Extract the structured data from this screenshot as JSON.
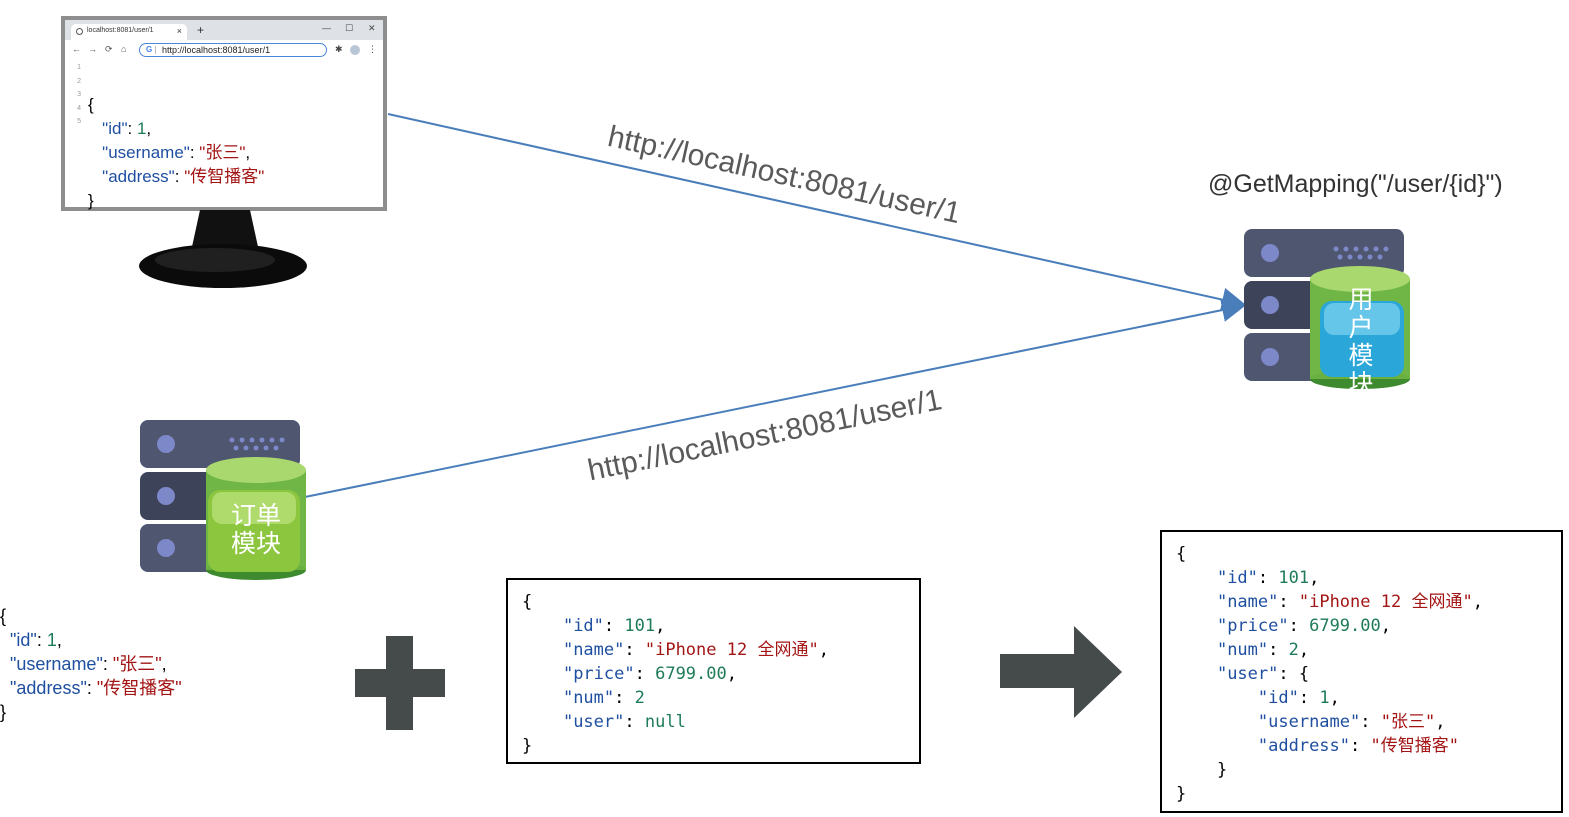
{
  "browser": {
    "tab_title": "localhost:8081/user/1",
    "tab_close": "×",
    "new_tab": "+",
    "minimize": "—",
    "maximize": "☐",
    "close": "✕",
    "address": "http://localhost:8081/user/1",
    "line_numbers": [
      "1",
      "2",
      "3",
      "4",
      "5"
    ]
  },
  "browser_json": {
    "open": "{",
    "id_key": "\"id\"",
    "id_val": "1",
    "username_key": "\"username\"",
    "username_val": "\"张三\"",
    "address_key": "\"address\"",
    "address_val": "\"传智播客\"",
    "close": "}"
  },
  "arrows": {
    "url_top": "http://localhost:8081/user/1",
    "url_bottom": "http://localhost:8081/user/1"
  },
  "user_service": {
    "mapping": "@GetMapping(\"/user/{id}\")",
    "label_chars": [
      "用",
      "户",
      "模",
      "块"
    ]
  },
  "order_service": {
    "label_lines": [
      "订单",
      "模块"
    ]
  },
  "order_json": {
    "open": "{",
    "id_key": "\"id\"",
    "id_val": "101",
    "name_key": "\"name\"",
    "name_val": "\"iPhone 12 全网通\"",
    "price_key": "\"price\"",
    "price_val": "6799.00",
    "num_key": "\"num\"",
    "num_val": "2",
    "user_key": "\"user\"",
    "user_val": "null",
    "close": "}"
  },
  "result_json": {
    "open": "{",
    "id_key": "\"id\"",
    "id_val": "101",
    "name_key": "\"name\"",
    "name_val": "\"iPhone 12 全网通\"",
    "price_key": "\"price\"",
    "price_val": "6799.00",
    "num_key": "\"num\"",
    "num_val": "2",
    "user_key": "\"user\"",
    "user_open": "{",
    "u_id_key": "\"id\"",
    "u_id_val": "1",
    "u_username_key": "\"username\"",
    "u_username_val": "\"张三\"",
    "u_address_key": "\"address\"",
    "u_address_val": "\"传智播客\"",
    "user_close": "}",
    "close": "}"
  },
  "colors": {
    "arrow_line": "#4a7ebb",
    "server_body": "#4f5670",
    "db_green": "#78b83a",
    "db_blue": "#3fb5df",
    "operator": "#454a4a"
  }
}
